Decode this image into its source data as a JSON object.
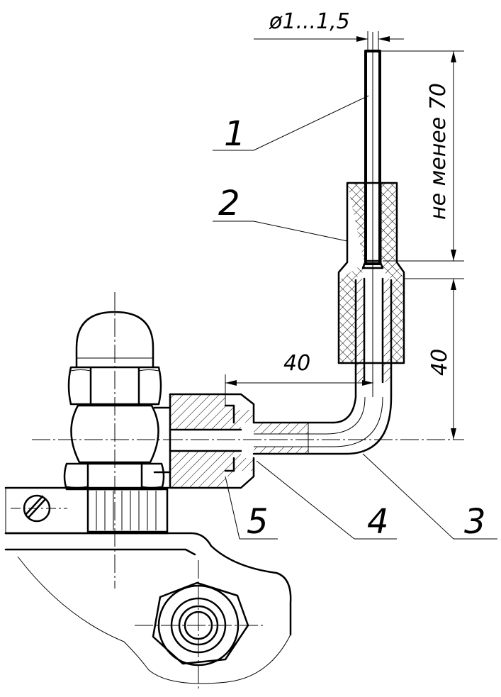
{
  "callouts": {
    "c1": "1",
    "c2": "2",
    "c3": "3",
    "c4": "4",
    "c5": "5"
  },
  "dimensions": {
    "diameter": "ø1...1,5",
    "probe_length": "не менее 70",
    "horizontal_40": "40",
    "vertical_40": "40"
  }
}
